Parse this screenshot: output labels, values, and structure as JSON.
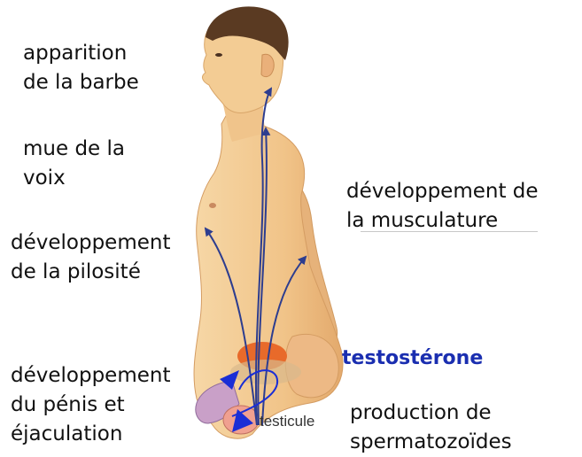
{
  "labels": {
    "barbe": [
      "apparition",
      "de la barbe"
    ],
    "voix": [
      "mue de la",
      "voix"
    ],
    "pilosite": [
      "développement",
      "de la pilosité"
    ],
    "musculature": [
      "développement de",
      "la musculature"
    ],
    "penis": [
      "développement",
      "du pénis et",
      "éjaculation"
    ],
    "spermatozoides": [
      "production de",
      "spermatozoïdes"
    ]
  },
  "hormone": "testostérone",
  "organ": "testicule",
  "colors": {
    "skin": "#f3c98f",
    "skin_shadow": "#e0a86a",
    "hair": "#5a3a22",
    "arrow": "#2d3d8f",
    "hormone_text": "#1a2eb0",
    "blue_arrowhead": "#1a2ed6",
    "testicle": "#f0a090",
    "bladder": "#e86a2a"
  }
}
